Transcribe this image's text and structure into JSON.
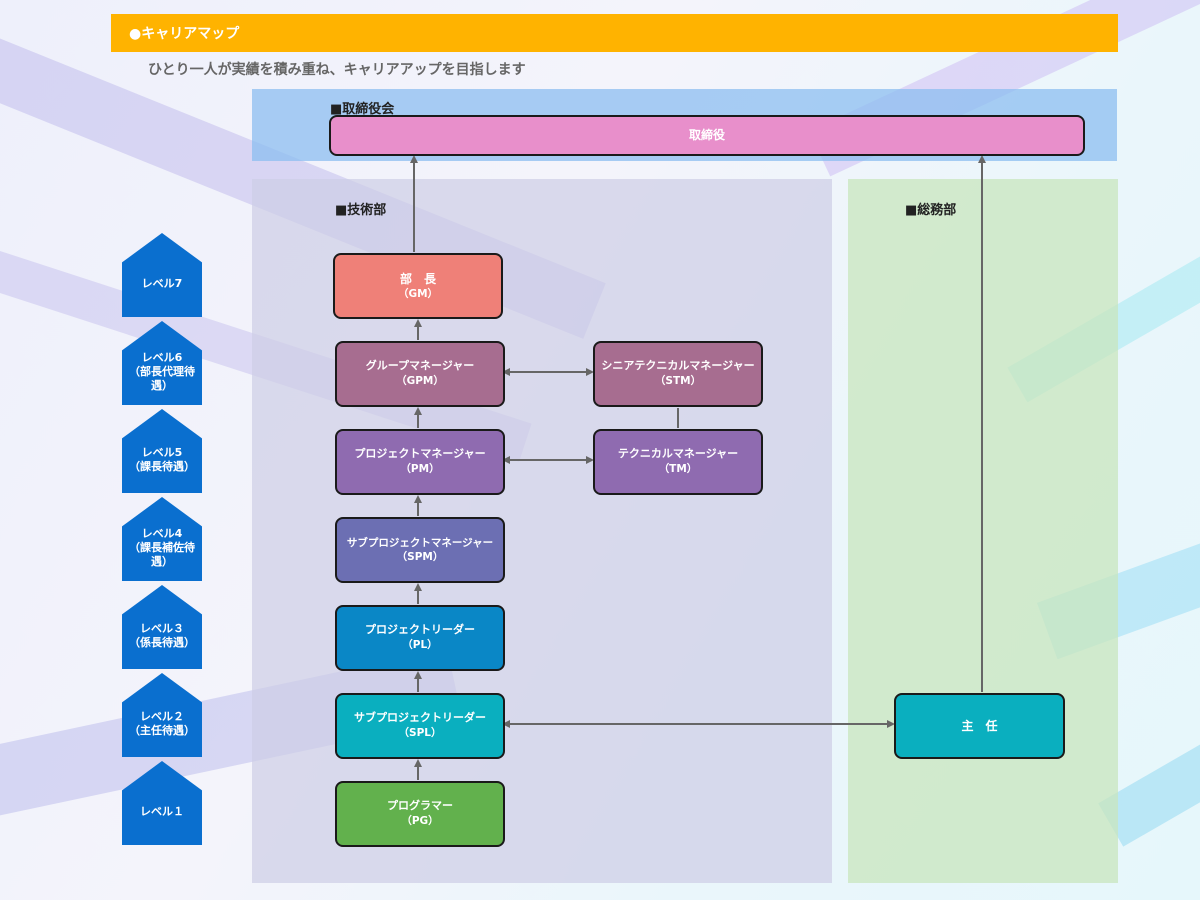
{
  "header": {
    "title": "●キャリアマップ"
  },
  "subtitle": "ひとり一人が実績を積み重ね、キャリアアップを目指します",
  "sections": {
    "board": "■取締役会",
    "tech": "■技術部",
    "admin": "■総務部"
  },
  "boxes": {
    "director": {
      "label": "取締役",
      "color": "#e88fcb"
    },
    "gm": {
      "label": "部　長",
      "abbr": "（GM）",
      "color": "#ef8078"
    },
    "gpm": {
      "label": "グループマネージャー",
      "abbr": "（GPM）",
      "color": "#a76d90"
    },
    "stm": {
      "label": "シニアテクニカルマネージャー",
      "abbr": "（STM）",
      "color": "#a76d90"
    },
    "pm": {
      "label": "プロジェクトマネージャー",
      "abbr": "（PM）",
      "color": "#8f6bb0"
    },
    "tm": {
      "label": "テクニカルマネージャー",
      "abbr": "（TM）",
      "color": "#8f6bb0"
    },
    "spm": {
      "label": "サブプロジェクトマネージャー",
      "abbr": "（SPM）",
      "color": "#6c6fb3"
    },
    "pl": {
      "label": "プロジェクトリーダー",
      "abbr": "（PL）",
      "color": "#0a87c6"
    },
    "spl": {
      "label": "サブプロジェクトリーダー",
      "abbr": "（SPL）",
      "color": "#0aafbf"
    },
    "pg": {
      "label": "プログラマー",
      "abbr": "（PG）",
      "color": "#62b14d"
    },
    "chief": {
      "label": "主　任",
      "color": "#0aafbf"
    }
  },
  "levels": [
    {
      "label": "レベル7",
      "sub": ""
    },
    {
      "label": "レベル6",
      "sub": "（部長代理待遇）"
    },
    {
      "label": "レベル5",
      "sub": "（課長待遇）"
    },
    {
      "label": "レベル4",
      "sub": "（課長補佐待遇）"
    },
    {
      "label": "レベル３",
      "sub": "（係長待遇）"
    },
    {
      "label": "レベル２",
      "sub": "（主任待遇）"
    },
    {
      "label": "レベル１",
      "sub": ""
    }
  ],
  "colors": {
    "accent": "#ffb300",
    "level": "#0a6fcf",
    "connector": "#666666"
  }
}
